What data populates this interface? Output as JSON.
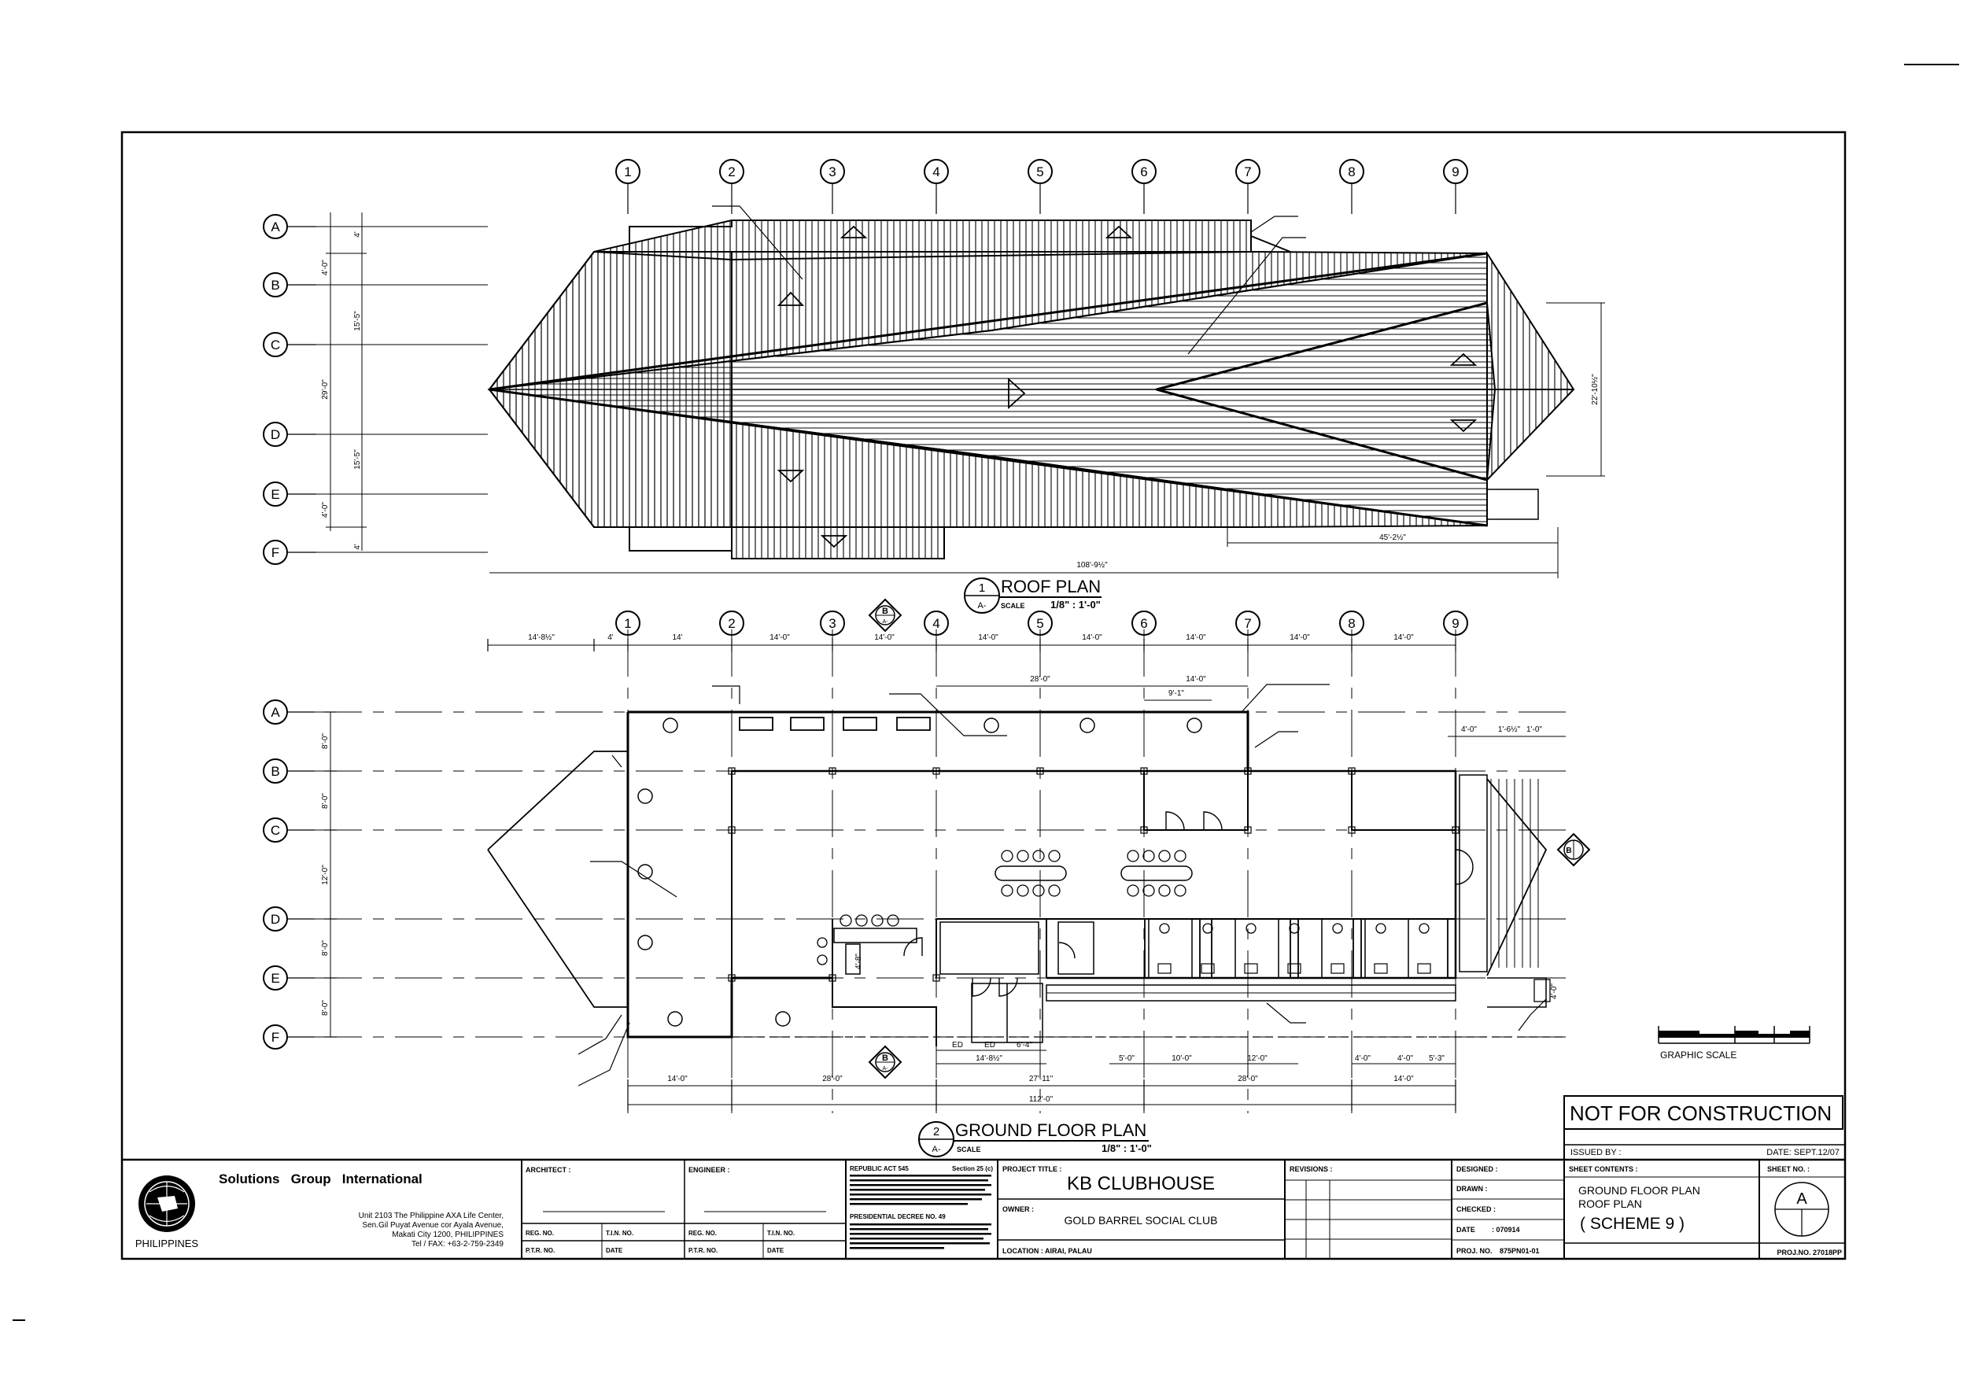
{
  "grid_columns": [
    "1",
    "2",
    "3",
    "4",
    "5",
    "6",
    "7",
    "8",
    "9"
  ],
  "grid_rows": [
    "A",
    "B",
    "C",
    "D",
    "E",
    "F"
  ],
  "roof_plan": {
    "number": "1",
    "sheet_ref": "A-",
    "title": "ROOF PLAN",
    "scale_label": "SCALE",
    "scale": "1/8\" : 1'-0\"",
    "dims": {
      "left_a": "4'",
      "left_b": "4'-0\"",
      "left_c": "15'-5\"",
      "left_d": "29'-0\"",
      "left_e": "15'-5\"",
      "left_f": "4'-0\"",
      "left_g": "4'",
      "right_height": "22'-10½\"",
      "bottom_total": "108'-9½\"",
      "bottom_right": "45'-2½\""
    }
  },
  "ground_floor_plan": {
    "number": "2",
    "sheet_ref": "A-",
    "title": "GROUND FLOOR PLAN",
    "scale_label": "SCALE",
    "scale": "1/8\" : 1'-0\"",
    "section_marker": "B",
    "section_marker_ref": "A-",
    "top_dims": [
      "14'-8½\"",
      "4'",
      "14'",
      "14'-0\"",
      "14'-0\"",
      "14'-0\"",
      "14'-0\"",
      "14'-0\"",
      "14'-0\"",
      "14'-0\""
    ],
    "upper_dims": {
      "d28": "28'-0\"",
      "d14": "14'-0\"",
      "d9": "9'-1\"",
      "right_a": "4'-0\"",
      "right_b": "1'-6½\"",
      "right_c": "1'-0\""
    },
    "left_dims": [
      "8'-0\"",
      "8'-0\"",
      "12'-0\"",
      "8'-0\"",
      "8'-0\""
    ],
    "interior_dims": {
      "kitchen": "4'-8\"",
      "ext_right": "4'-0\""
    },
    "bottom_dims_small": [
      "ED",
      "ED",
      "6'-4\"",
      "14'-8½\"",
      "5'-0\"",
      "10'-0\"",
      "12'-0\"",
      "4'-0\"",
      "4'-0\"",
      "5'-3\""
    ],
    "bottom_dims": [
      "14'-0\"",
      "28'-0\"",
      "27'-11\"",
      "28'-0\"",
      "14'-0\""
    ],
    "overall": "112'-0\""
  },
  "graphic_scale_label": "GRAPHIC SCALE",
  "not_for_construction": "NOT FOR CONSTRUCTION",
  "title_block": {
    "issued_by_label": "ISSUED BY :",
    "date_label": "DATE: SEPT.12/07",
    "company": "Solutions   Group   International",
    "logo_caption": "PHILIPPINES",
    "address": [
      "Unit 2103 The Philippine AXA Life Center,",
      "Sen.Gil Puyat Avenue cor Ayala Avenue,",
      "Makati City 1200, PHILIPPINES",
      "Tel / FAX: +63-2-759-2349"
    ],
    "architect_label": "ARCHITECT :",
    "engineer_label": "ENGINEER :",
    "reg_no": "REG. NO.",
    "tin_no": "T.I.N. NO.",
    "ptr_no": "P.T.R. NO.",
    "date": "DATE",
    "republic_act": "REPUBLIC ACT 545",
    "section": "Section 25 (c)",
    "presidential_decree": "PRESIDENTIAL DECREE NO. 49",
    "project_title_label": "PROJECT TITLE :",
    "project_title": "KB CLUBHOUSE",
    "owner_label": "OWNER :",
    "owner": "GOLD BARREL SOCIAL CLUB",
    "location_label": "LOCATION :",
    "location": "AIRAI, PALAU",
    "revisions_label": "REVISIONS :",
    "designed_label": "DESIGNED :",
    "drawn_label": "DRAWN :",
    "checked_label": "CHECKED :",
    "date_row_label": "DATE",
    "date_row_value": ": 070914",
    "proj_no_label": "PROJ. NO.",
    "proj_no_value": "875PN01-01",
    "sheet_contents_label": "SHEET CONTENTS :",
    "sheet_contents": [
      "GROUND FLOOR PLAN",
      "ROOF PLAN"
    ],
    "scheme": "( SCHEME 9 )",
    "sheet_no_label": "SHEET NO. :",
    "sheet_no": "A",
    "proj_no_right": "PROJ.NO. 27018PP"
  }
}
